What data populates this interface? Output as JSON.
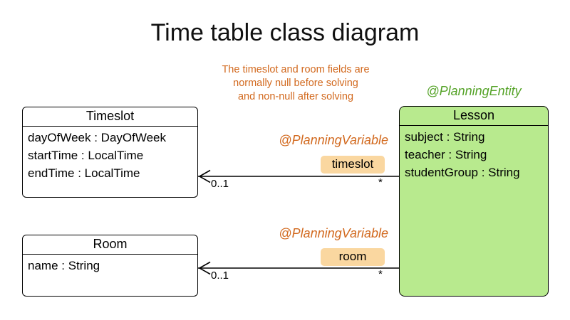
{
  "title": "Time table class diagram",
  "note": {
    "line1": "The timeslot and room fields are",
    "line2": "normally null before solving",
    "line3": "and non-null after solving"
  },
  "annotations": {
    "planning_entity": "@PlanningEntity",
    "planning_variable_timeslot": "@PlanningVariable",
    "planning_variable_room": "@PlanningVariable"
  },
  "classes": {
    "timeslot": {
      "name": "Timeslot",
      "attributes": [
        "dayOfWeek : DayOfWeek",
        "startTime : LocalTime",
        "endTime : LocalTime"
      ]
    },
    "room": {
      "name": "Room",
      "attributes": [
        "name : String"
      ]
    },
    "lesson": {
      "name": "Lesson",
      "attributes": [
        "subject : String",
        "teacher : String",
        "studentGroup : String"
      ]
    }
  },
  "relationships": {
    "timeslot": {
      "field_label": "timeslot",
      "multiplicity_target": "0..1",
      "multiplicity_source": "*"
    },
    "room": {
      "field_label": "room",
      "multiplicity_target": "0..1",
      "multiplicity_source": "*"
    }
  },
  "colors": {
    "entity_fill": "#b8ea8e",
    "annotation_green": "#55a328",
    "annotation_orange": "#d2691e",
    "badge_fill": "#fad7a0",
    "line_color": "#000000"
  }
}
